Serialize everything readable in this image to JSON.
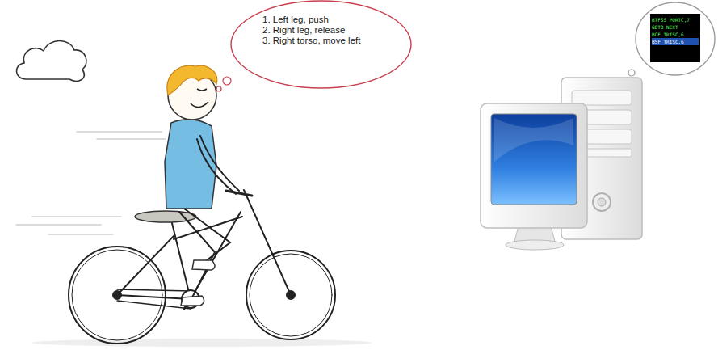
{
  "diagram": {
    "nodes": [
      {
        "text": [
          "1. Left leg, push",
          "2. Right leg, release",
          "3. Right torso, move left"
        ]
      },
      {
        "text": [
          "BTFSS PORTC,7",
          "GOTO NEXT",
          "BCF TRISC,6",
          "BSF TRISC,6"
        ]
      }
    ]
  }
}
